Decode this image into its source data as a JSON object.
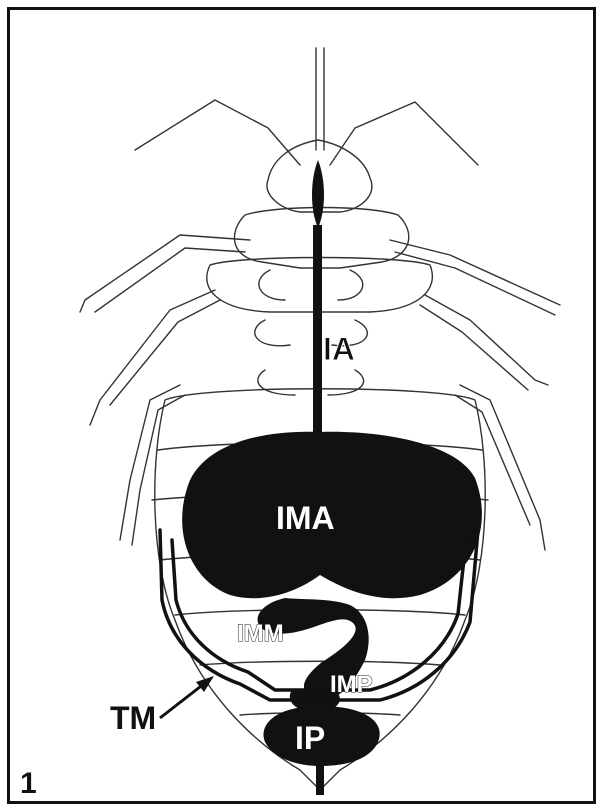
{
  "figure": {
    "panel_number": "1",
    "labels": {
      "ia": "IA",
      "ima": "IMA",
      "imm": "IMM",
      "imp": "IMP",
      "ip": "IP",
      "tm": "TM"
    },
    "colors": {
      "ink": "#111111",
      "paper": "#ffffff",
      "line": "#333333"
    }
  }
}
